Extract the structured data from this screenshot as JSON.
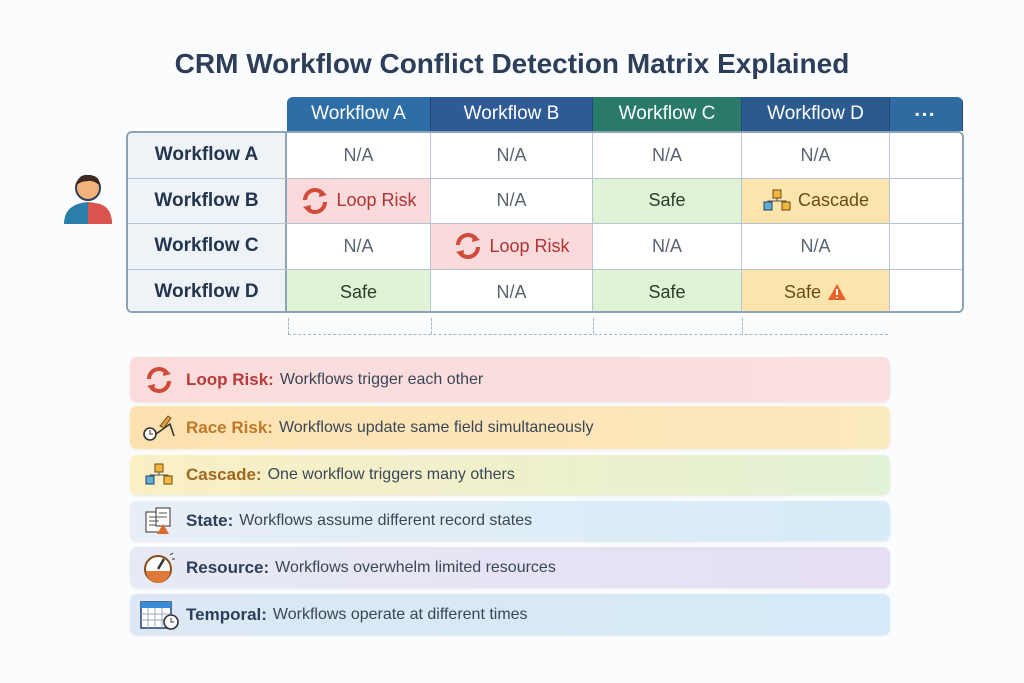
{
  "title": "CRM Workflow Conflict Detection Matrix Explained",
  "columns": [
    "Workflow A",
    "Workflow B",
    "Workflow C",
    "Workflow D"
  ],
  "rows": [
    {
      "label": "Workflow A",
      "cells": [
        "N/A",
        "N/A",
        "N/A",
        "N/A"
      ]
    },
    {
      "label": "Workflow B",
      "cells": [
        "Loop Risk",
        "N/A",
        "Safe",
        "Cascade"
      ]
    },
    {
      "label": "Workflow C",
      "cells": [
        "N/A",
        "Loop Risk",
        "N/A",
        "N/A"
      ]
    },
    {
      "label": "Workflow D",
      "cells": [
        "Safe",
        "N/A",
        "Safe",
        "Safe"
      ]
    }
  ],
  "legend": [
    {
      "term": "Loop Risk:",
      "desc": "Workflows trigger each other",
      "icon": "loop-icon",
      "color": "#b83a3a"
    },
    {
      "term": "Race Risk:",
      "desc": "Workflows update same field simultaneously",
      "icon": "race-icon",
      "color": "#c0772a"
    },
    {
      "term": "Cascade:",
      "desc": "One workflow triggers many others",
      "icon": "cascade-icon",
      "color": "#a0671e"
    },
    {
      "term": "State:",
      "desc": "Workflows assume different record states",
      "icon": "document-warning-icon",
      "color": "#2c3e5a"
    },
    {
      "term": "Resource:",
      "desc": "Workflows overwhelm limited resources",
      "icon": "gauge-icon",
      "color": "#2c3e5a"
    },
    {
      "term": "Temporal:",
      "desc": "Workflows operate at different times",
      "icon": "calendar-clock-icon",
      "color": "#2c3e5a"
    }
  ]
}
